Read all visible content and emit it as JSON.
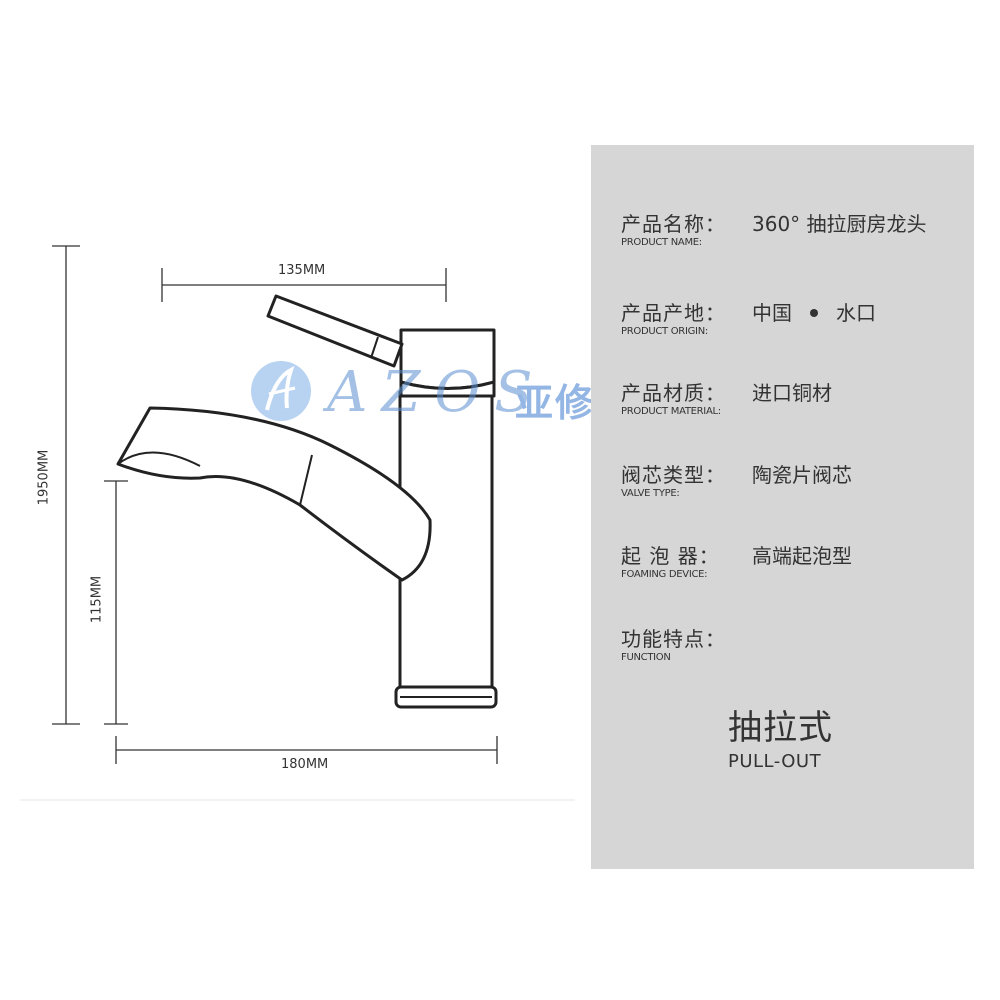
{
  "dimensions": {
    "total_height": "1950MM",
    "spout_height": "115MM",
    "handle_width": "135MM",
    "total_width": "180MM"
  },
  "watermark": {
    "brand": "AZOS",
    "cn_text": "亚修斯卫浴",
    "logo_icon": "azos-logo-icon"
  },
  "specs": [
    {
      "label": "产品名称：",
      "value": "360°  抽拉厨房龙头",
      "en": "PRODUCT NAME:"
    },
    {
      "label": "产品产地：",
      "value_a": "中国",
      "value_b": "水口",
      "en": "PRODUCT ORIGIN:"
    },
    {
      "label": "产品材质：",
      "value": "进口铜材",
      "en": "PRODUCT MATERIAL:"
    },
    {
      "label": "阀芯类型：",
      "value": "陶瓷片阀芯",
      "en": "VALVE TYPE:"
    },
    {
      "label": "起 泡 器：",
      "value": "高端起泡型",
      "en": "FOAMING DEVICE:"
    },
    {
      "label": "功能特点：",
      "value": "",
      "en": "FUNCTION"
    }
  ],
  "feature": {
    "cn": "抽拉式",
    "en": "PULL-OUT"
  },
  "colors": {
    "panel": "#d6d6d6",
    "line": "#333333",
    "watermark": "#3d7bd0"
  }
}
